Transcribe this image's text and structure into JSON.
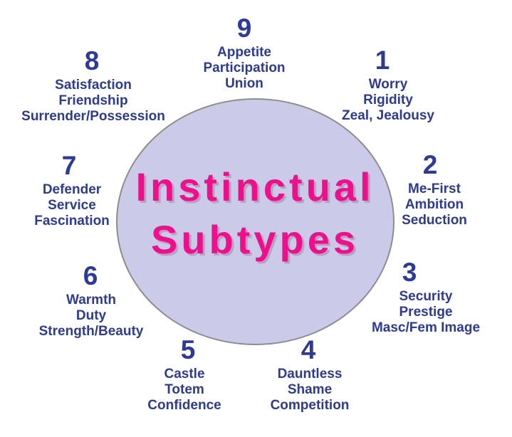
{
  "title": {
    "line1": "Instinctual",
    "line2": "Subtypes"
  },
  "colors": {
    "label_blue": "#2b3a9b",
    "title_pink": "#f30d8d",
    "circle_fill": "#cbcbe9",
    "circle_border": "#8d8d8d",
    "background": "#ffffff"
  },
  "subtypes": [
    {
      "number": "9",
      "lines": [
        "Appetite",
        "Participation",
        "Union"
      ]
    },
    {
      "number": "1",
      "lines": [
        "Worry",
        "Rigidity",
        "Zeal, Jealousy"
      ]
    },
    {
      "number": "2",
      "lines": [
        "Me-First",
        "Ambition",
        "Seduction"
      ]
    },
    {
      "number": "3",
      "lines": [
        "Security",
        "Prestige",
        "Masc/Fem Image"
      ]
    },
    {
      "number": "4",
      "lines": [
        "Dauntless",
        "Shame",
        "Competition"
      ]
    },
    {
      "number": "5",
      "lines": [
        "Castle",
        "Totem",
        "Confidence"
      ]
    },
    {
      "number": "6",
      "lines": [
        "Warmth",
        "Duty",
        "Strength/Beauty"
      ]
    },
    {
      "number": "7",
      "lines": [
        "Defender",
        "Service",
        "Fascination"
      ]
    },
    {
      "number": "8",
      "lines": [
        "Satisfaction",
        "Friendship",
        "Surrender/Possession"
      ]
    }
  ]
}
